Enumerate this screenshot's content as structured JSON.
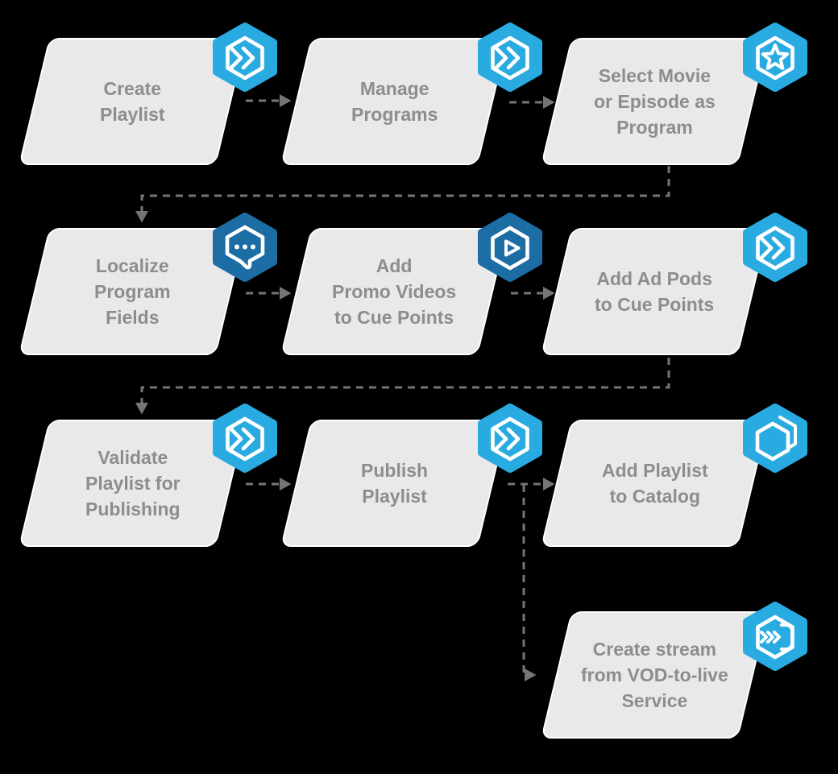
{
  "diagram": {
    "nodes": [
      {
        "id": "create-playlist",
        "label": "Create\nPlaylist",
        "icon": "fast-forward-hexagon-icon",
        "badge_tone": "light",
        "col": 0,
        "row": 0
      },
      {
        "id": "manage-programs",
        "label": "Manage\nPrograms",
        "icon": "fast-forward-hexagon-icon",
        "badge_tone": "light",
        "col": 1,
        "row": 0
      },
      {
        "id": "select-movie-or-episode",
        "label": "Select Movie\nor Episode as\nProgram",
        "icon": "star-hexagon-icon",
        "badge_tone": "light",
        "col": 2,
        "row": 0
      },
      {
        "id": "localize-program-fields",
        "label": "Localize\nProgram\nFields",
        "icon": "chat-localization-icon",
        "badge_tone": "dark",
        "col": 0,
        "row": 1
      },
      {
        "id": "add-promo-videos",
        "label": "Add\nPromo Videos\nto Cue Points",
        "icon": "play-video-hexagon-icon",
        "badge_tone": "dark",
        "col": 1,
        "row": 1
      },
      {
        "id": "add-ad-pods",
        "label": "Add Ad Pods\nto Cue Points",
        "icon": "fast-forward-hexagon-icon",
        "badge_tone": "light",
        "col": 2,
        "row": 1
      },
      {
        "id": "validate-playlist",
        "label": "Validate\nPlaylist for\nPublishing",
        "icon": "fast-forward-hexagon-icon",
        "badge_tone": "light",
        "col": 0,
        "row": 2
      },
      {
        "id": "publish-playlist",
        "label": "Publish\nPlaylist",
        "icon": "fast-forward-hexagon-icon",
        "badge_tone": "light",
        "col": 1,
        "row": 2
      },
      {
        "id": "add-playlist-to-catalog",
        "label": "Add Playlist\nto Catalog",
        "icon": "catalog-hexagons-icon",
        "badge_tone": "light",
        "col": 2,
        "row": 2
      },
      {
        "id": "create-stream-vod-to-live",
        "label": "Create stream\nfrom VOD-to-live\nService",
        "icon": "vod-to-live-stream-icon",
        "badge_tone": "light",
        "col": 2,
        "row": 3
      }
    ],
    "edges": [
      {
        "from": "create-playlist",
        "to": "manage-programs"
      },
      {
        "from": "manage-programs",
        "to": "select-movie-or-episode"
      },
      {
        "from": "select-movie-or-episode",
        "to": "localize-program-fields"
      },
      {
        "from": "localize-program-fields",
        "to": "add-promo-videos"
      },
      {
        "from": "add-promo-videos",
        "to": "add-ad-pods"
      },
      {
        "from": "add-ad-pods",
        "to": "validate-playlist"
      },
      {
        "from": "validate-playlist",
        "to": "publish-playlist"
      },
      {
        "from": "publish-playlist",
        "to": "add-playlist-to-catalog"
      },
      {
        "from": "publish-playlist",
        "to": "create-stream-vod-to-live"
      }
    ],
    "colors": {
      "badge_light": "#29abe2",
      "badge_dark": "#1b6da4",
      "box_fill": "#e9e9e9",
      "box_border": "#ffffff",
      "text": "#8d8d8d",
      "connector": "#757575",
      "background": "#000000"
    }
  }
}
